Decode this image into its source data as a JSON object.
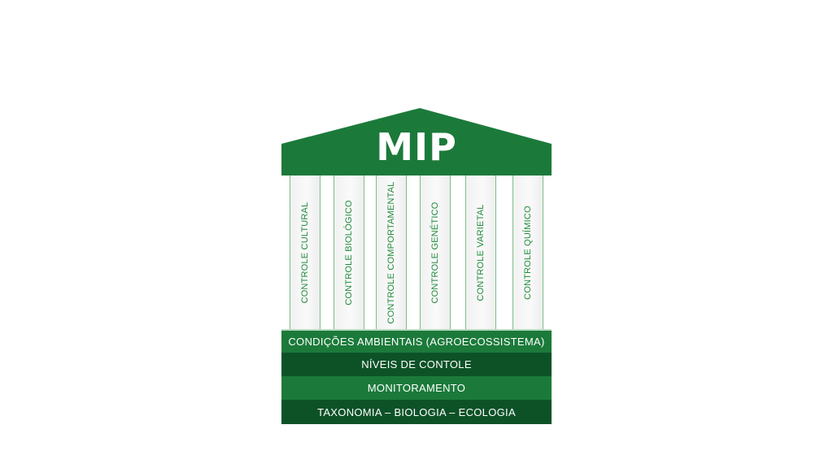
{
  "temple": {
    "title": "MIP",
    "pillars": [
      "CONTROLE CULTURAL",
      "CONTROLE BIOLÓGICO",
      "CONTROLE COMPORTAMENTAL",
      "CONTROLE GENÉTICO",
      "CONTROLE VARIETAL",
      "CONTROLE QUÍMICO"
    ],
    "base_layers": [
      "CONDIÇÕES AMBIENTAIS (AGROECOSSISTEMA)",
      "NÍVEIS DE CONTOLE",
      "MONITORAMENTO",
      "TAXONOMIA – BIOLOGIA – ECOLOGIA"
    ]
  },
  "colors": {
    "roof": "#1b7a3a",
    "base_light": "#1b7a3a",
    "base_dark": "#0d5227",
    "pillar_text": "#1f8a3a"
  }
}
